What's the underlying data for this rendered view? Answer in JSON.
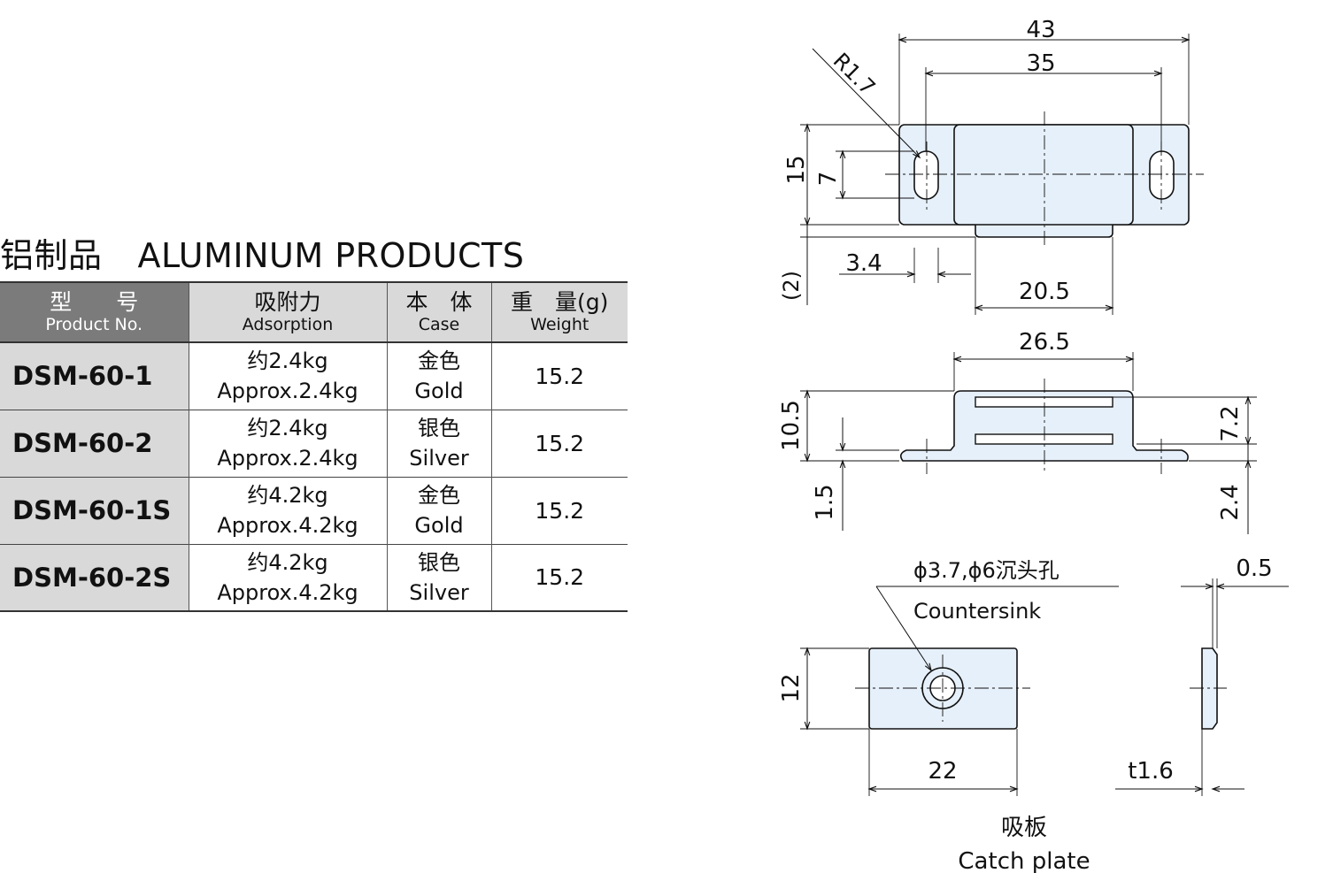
{
  "heading": {
    "zh": "铝制品",
    "en": "ALUMINUM PRODUCTS"
  },
  "table": {
    "headers": [
      {
        "zh": "型　　号",
        "en": "Product No."
      },
      {
        "zh": "吸附力",
        "en": "Adsorption"
      },
      {
        "zh": "本　体",
        "en": "Case"
      },
      {
        "zh": "重　量(g)",
        "en": "Weight"
      }
    ],
    "rows": [
      {
        "model": "DSM-60-1",
        "adsorption_zh": "约2.4kg",
        "adsorption_en": "Approx.2.4kg",
        "case_zh": "金色",
        "case_en": "Gold",
        "weight": "15.2"
      },
      {
        "model": "DSM-60-2",
        "adsorption_zh": "约2.4kg",
        "adsorption_en": "Approx.2.4kg",
        "case_zh": "银色",
        "case_en": "Silver",
        "weight": "15.2"
      },
      {
        "model": "DSM-60-1S",
        "adsorption_zh": "约4.2kg",
        "adsorption_en": "Approx.4.2kg",
        "case_zh": "金色",
        "case_en": "Gold",
        "weight": "15.2"
      },
      {
        "model": "DSM-60-2S",
        "adsorption_zh": "约4.2kg",
        "adsorption_en": "Approx.4.2kg",
        "case_zh": "银色",
        "case_en": "Silver",
        "weight": "15.2"
      }
    ]
  },
  "drawing": {
    "top_view": {
      "width_overall": "43",
      "hole_pitch": "35",
      "radius": "R1.7",
      "height_overall": "15",
      "slot_length": "7",
      "offset": "(2)",
      "slot_width": "3.4",
      "body_width": "20.5"
    },
    "side_view": {
      "top_width": "26.5",
      "height": "10.5",
      "base_thickness": "1.5",
      "slot_height": "7.2",
      "base_height": "2.4"
    },
    "catch_plate": {
      "hole_label": "ϕ3.7,ϕ6沉头孔",
      "hole_label_en": "Countersink",
      "height": "12",
      "width": "22",
      "thickness": "t1.6",
      "edge": "0.5",
      "caption_zh": "吸板",
      "caption_en": "Catch plate"
    }
  },
  "colors": {
    "part_fill": "#e6f0fa",
    "header_dark": "#7b7b7b",
    "header_light": "#d9d9d9"
  }
}
